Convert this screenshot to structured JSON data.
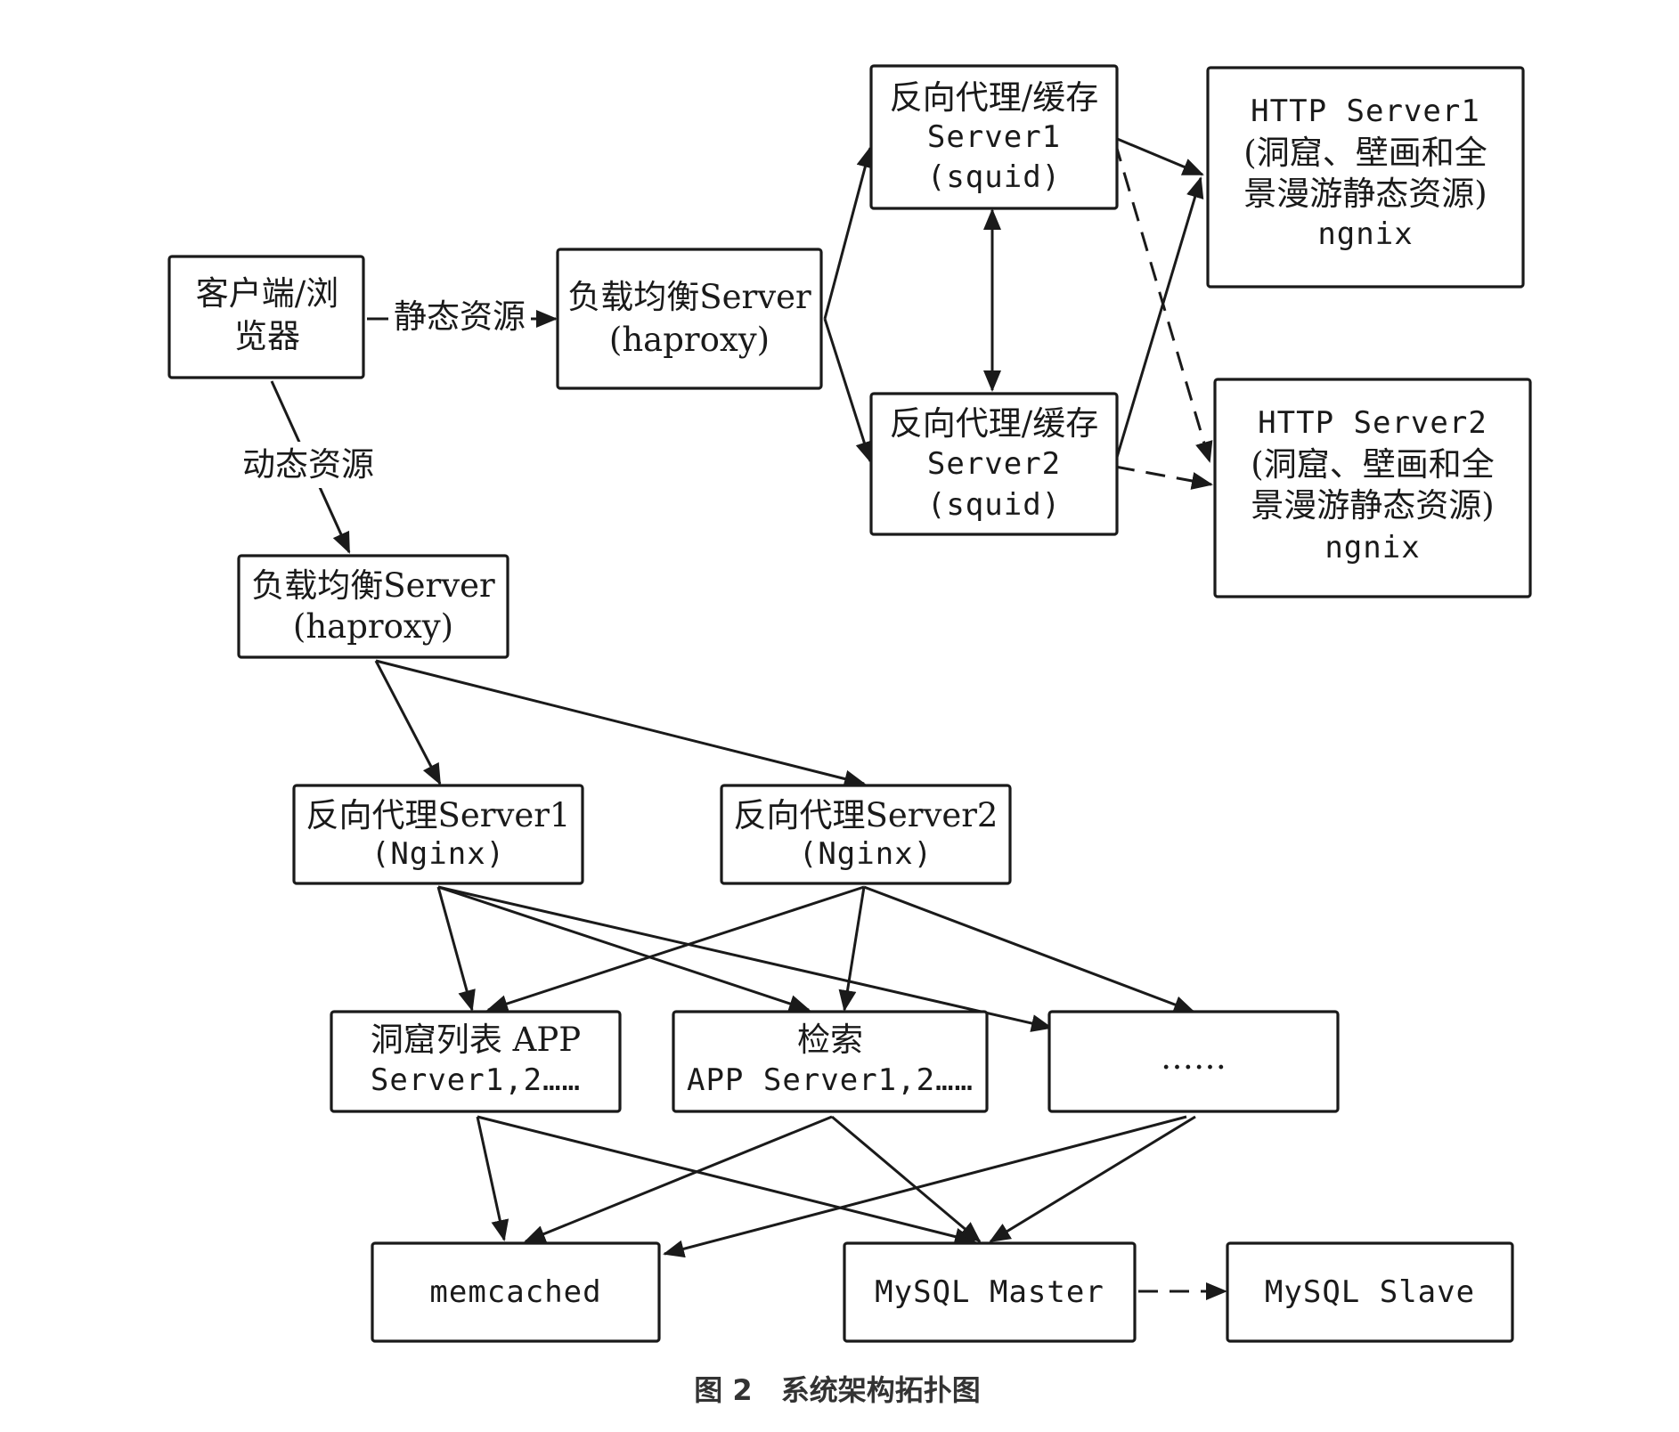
{
  "colors": {
    "stroke": "#1a1a1a",
    "background": "#ffffff",
    "caption": "#333333"
  },
  "nodes": {
    "client": [
      "客户端/浏",
      "览器"
    ],
    "lb_static": [
      "负载均衡Server",
      "(haproxy)"
    ],
    "squid1": [
      "反向代理/缓存",
      "Server1",
      "(squid)"
    ],
    "squid2": [
      "反向代理/缓存",
      "Server2",
      "(squid)"
    ],
    "http1": [
      "HTTP Server1",
      "(洞窟、壁画和全",
      "景漫游静态资源)",
      "ngnix"
    ],
    "http2": [
      "HTTP Server2",
      "(洞窟、壁画和全",
      "景漫游静态资源)",
      "ngnix"
    ],
    "lb_dynamic": [
      "负载均衡Server",
      "(haproxy)"
    ],
    "nginx1": [
      "反向代理Server1",
      "(Nginx)"
    ],
    "nginx2": [
      "反向代理Server2",
      "(Nginx)"
    ],
    "app_caves": [
      "洞窟列表 APP",
      "Server1,2……"
    ],
    "app_search": [
      "检索",
      "APP Server1,2……"
    ],
    "app_more": [
      "……"
    ],
    "memcached": [
      "memcached"
    ],
    "mysql_master": [
      "MySQL Master"
    ],
    "mysql_slave": [
      "MySQL Slave"
    ]
  },
  "edge_labels": {
    "static": "静态资源",
    "dynamic": "动态资源"
  },
  "caption": "图 2　系统架构拓扑图"
}
